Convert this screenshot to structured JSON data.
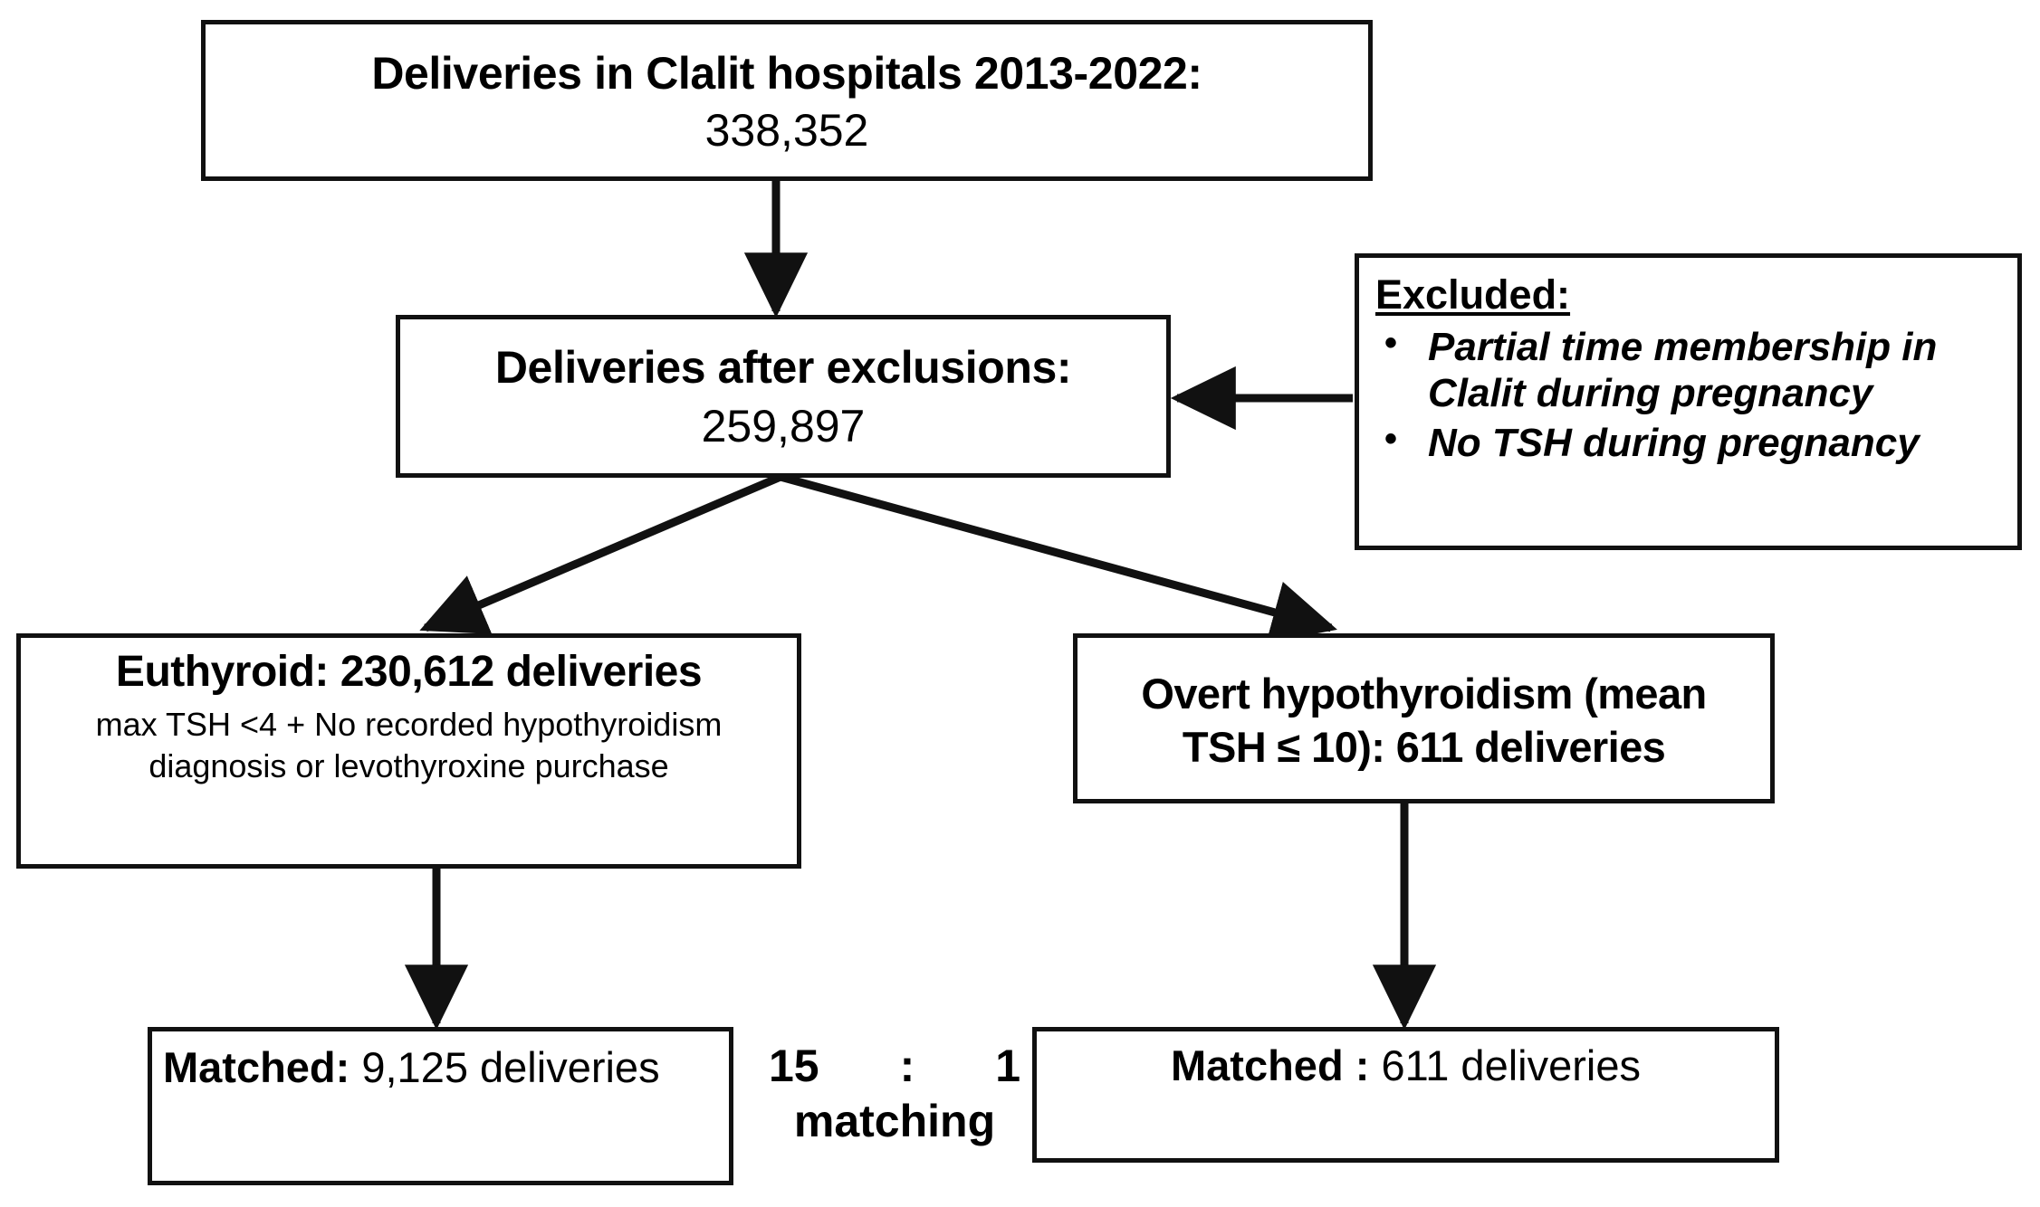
{
  "diagram": {
    "type": "flowchart",
    "title": "Study cohort flow diagram",
    "boxes": {
      "total_deliveries": {
        "line1": "Deliveries in Clalit hospitals 2013-2022:",
        "line2": "338,352"
      },
      "after_exclusions": {
        "line1": "Deliveries after exclusions:",
        "line2": "259,897"
      },
      "excluded": {
        "title": "Excluded:",
        "items": [
          "Partial time membership in Clalit during pregnancy",
          "No TSH during pregnancy"
        ],
        "bullet_glyph": "•"
      },
      "euthyroid": {
        "heading": "Euthyroid: 230,612 deliveries",
        "subtext": "max TSH <4 + No recorded hypothyroidism diagnosis or levothyroxine purchase"
      },
      "overt_hypothyroidism": {
        "line1": "Overt hypothyroidism (mean",
        "line2": "TSH ≤ 10): 611 deliveries"
      },
      "matched_euthyroid": {
        "label": "Matched:",
        "value": "9,125 deliveries"
      },
      "matched_hypothyroid": {
        "label": "Matched :",
        "value": "611 deliveries"
      }
    },
    "annotations": {
      "ratio_left": "15",
      "ratio_colon": ":",
      "ratio_right": "1",
      "ratio_caption": "matching"
    },
    "colors": {
      "stroke": "#111111",
      "background": "#ffffff",
      "text": "#000000"
    }
  }
}
